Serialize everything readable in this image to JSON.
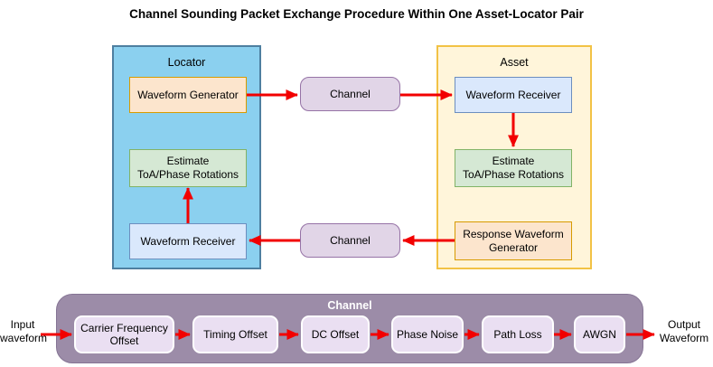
{
  "title": "Channel Sounding Packet Exchange Procedure Within One Asset-Locator Pair",
  "locator": {
    "label": "Locator",
    "waveform_generator": "Waveform Generator",
    "estimate": "Estimate\nToA/Phase Rotations",
    "waveform_receiver": "Waveform Receiver"
  },
  "asset": {
    "label": "Asset",
    "waveform_receiver": "Waveform Receiver",
    "estimate": "Estimate\nToA/Phase Rotations",
    "response_generator": "Response Waveform\nGenerator"
  },
  "channel_top": {
    "label": "Channel"
  },
  "channel_bottom": {
    "label": "Channel"
  },
  "channel_chain": {
    "label": "Channel",
    "input_label": "Input\nwaveform",
    "output_label": "Output\nWaveform",
    "stages": [
      "Carrier Frequency\nOffset",
      "Timing Offset",
      "DC Offset",
      "Phase Noise",
      "Path Loss",
      "AWGN"
    ]
  },
  "colors": {
    "arrow": "#F20000",
    "locator_fill": "#8BD0EF",
    "locator_border": "#4E7FA0",
    "asset_fill": "#FFF5DA",
    "asset_border": "#F2C245",
    "orange_fill": "#FCE5CD",
    "orange_border": "#D79B00",
    "green_fill": "#D5E8D4",
    "green_border": "#82B366",
    "blue_fill": "#DAE8FC",
    "blue_border": "#6C8EBF",
    "channel_fill": "#E1D5E7",
    "channel_border": "#9673A6",
    "chain_fill": "#9C8CA8",
    "stage_fill": "#EADFF2"
  }
}
